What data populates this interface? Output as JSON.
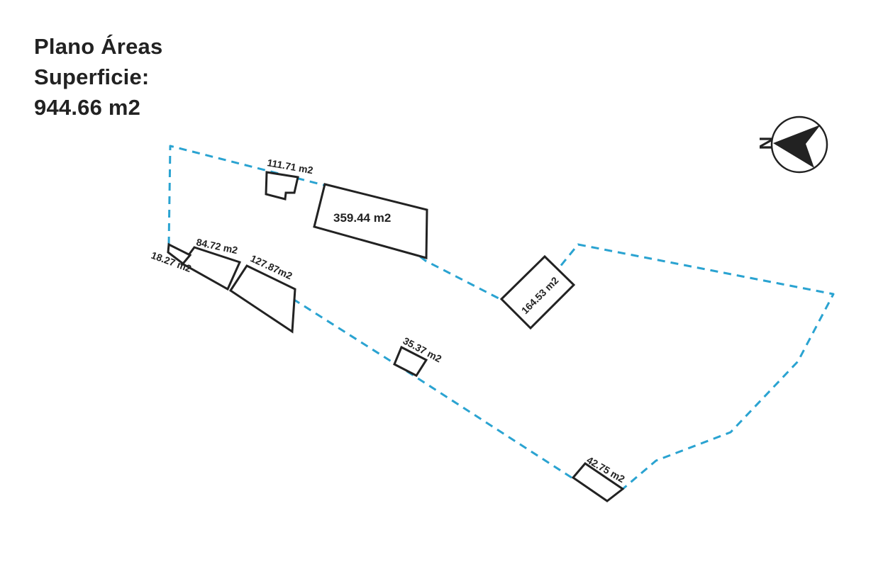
{
  "title": {
    "line1": "Plano Áreas",
    "line2": "Superficie:",
    "line3": "944.66 m2"
  },
  "colors": {
    "lot_boundary": "#2aa3d1",
    "building_outline": "#222222",
    "text": "#222222"
  },
  "north_arrow": {
    "label": "N",
    "icon": "north-arrow-icon"
  },
  "areas": [
    {
      "id": "a1",
      "label": "111.71 m2"
    },
    {
      "id": "a2",
      "label": "359.44 m2"
    },
    {
      "id": "a3",
      "label": "84.72 m2"
    },
    {
      "id": "a4",
      "label": "18.27 m2"
    },
    {
      "id": "a5",
      "label": "127.87m2"
    },
    {
      "id": "a6",
      "label": "164.53 m2"
    },
    {
      "id": "a7",
      "label": "35.37 m2"
    },
    {
      "id": "a8",
      "label": "42.75 m2"
    }
  ]
}
